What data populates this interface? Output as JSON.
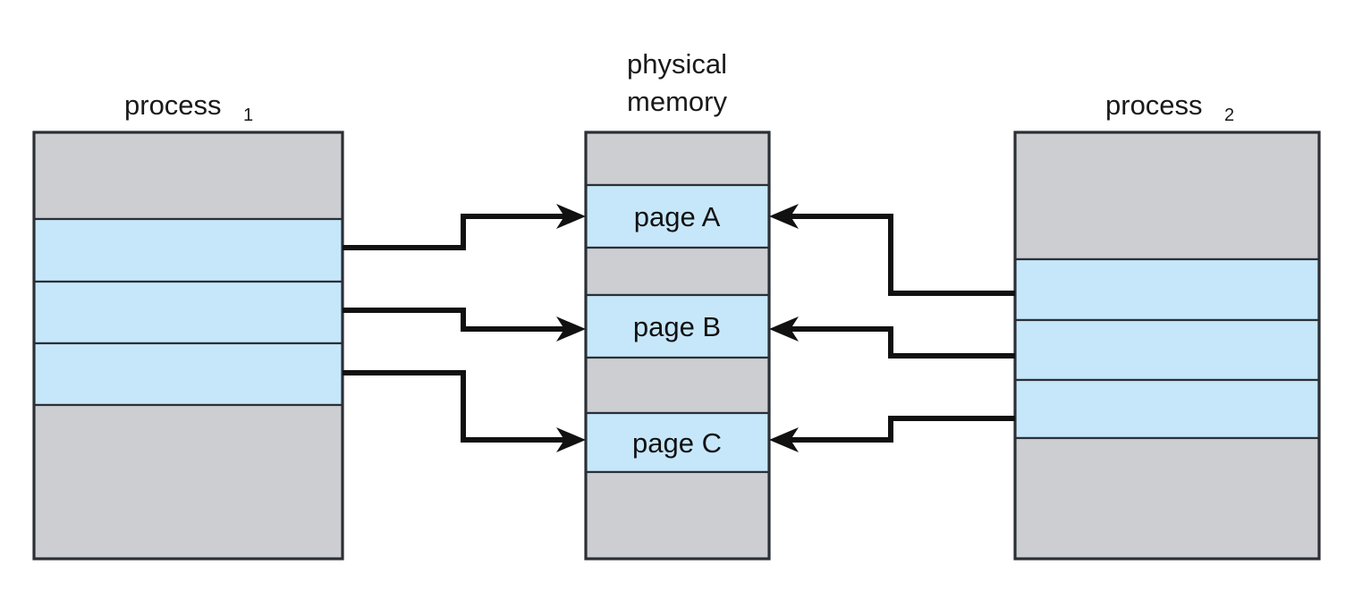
{
  "diagram": {
    "title": "shared-pages-memory-mapping",
    "colors": {
      "page_shared": "#c6e7fa",
      "page_private": "#cdced1",
      "border": "#2b2f36",
      "arrow": "#111111",
      "background": "#ffffff",
      "text": "#1a1a1a"
    }
  },
  "left_process": {
    "label": "process",
    "subscript": "1",
    "rows": [
      {
        "id": "p1-row-1",
        "fill": "private",
        "label": ""
      },
      {
        "id": "p1-row-2",
        "fill": "shared",
        "label": ""
      },
      {
        "id": "p1-row-3",
        "fill": "shared",
        "label": ""
      },
      {
        "id": "p1-row-4",
        "fill": "shared",
        "label": ""
      },
      {
        "id": "p1-row-5",
        "fill": "private",
        "label": ""
      }
    ]
  },
  "physical_memory": {
    "label_line1": "physical",
    "label_line2": "memory",
    "rows": [
      {
        "id": "pm-row-1",
        "fill": "private",
        "label": ""
      },
      {
        "id": "pm-row-2",
        "fill": "shared",
        "label": "page A"
      },
      {
        "id": "pm-row-3",
        "fill": "private",
        "label": ""
      },
      {
        "id": "pm-row-4",
        "fill": "shared",
        "label": "page B"
      },
      {
        "id": "pm-row-5",
        "fill": "private",
        "label": ""
      },
      {
        "id": "pm-row-6",
        "fill": "shared",
        "label": "page C"
      },
      {
        "id": "pm-row-7",
        "fill": "private",
        "label": ""
      }
    ]
  },
  "right_process": {
    "label": "process",
    "subscript": "2",
    "rows": [
      {
        "id": "p2-row-1",
        "fill": "private",
        "label": ""
      },
      {
        "id": "p2-row-2",
        "fill": "shared",
        "label": ""
      },
      {
        "id": "p2-row-3",
        "fill": "shared",
        "label": ""
      },
      {
        "id": "p2-row-4",
        "fill": "shared",
        "label": ""
      },
      {
        "id": "p2-row-5",
        "fill": "private",
        "label": ""
      }
    ]
  },
  "connectors": [
    {
      "id": "conn-p1-pageA",
      "from": "p1-row-2",
      "to": "pm-row-2",
      "direction": "left-to-center"
    },
    {
      "id": "conn-p1-pageB",
      "from": "p1-row-3",
      "to": "pm-row-4",
      "direction": "left-to-center"
    },
    {
      "id": "conn-p1-pageC",
      "from": "p1-row-4",
      "to": "pm-row-6",
      "direction": "left-to-center"
    },
    {
      "id": "conn-p2-pageA",
      "from": "p2-row-2",
      "to": "pm-row-2",
      "direction": "right-to-center"
    },
    {
      "id": "conn-p2-pageB",
      "from": "p2-row-3",
      "to": "pm-row-4",
      "direction": "right-to-center"
    },
    {
      "id": "conn-p2-pageC",
      "from": "p2-row-4",
      "to": "pm-row-6",
      "direction": "right-to-center"
    }
  ]
}
